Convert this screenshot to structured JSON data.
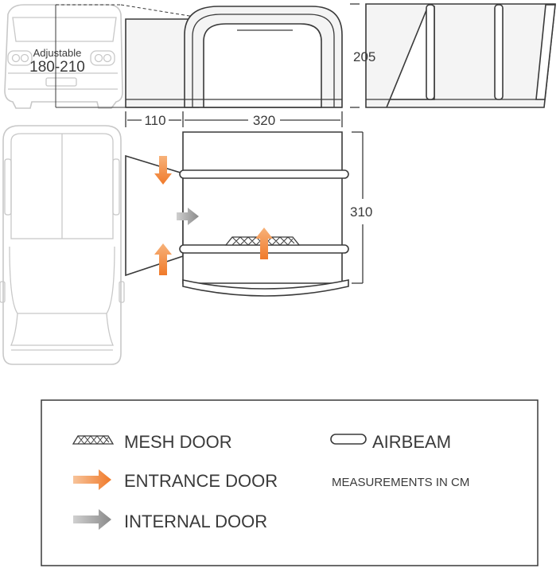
{
  "van_front": {
    "adjustable_label": "Adjustable",
    "height_range": "180-210"
  },
  "dimensions": {
    "connector_width": "110",
    "tent_width": "320",
    "tent_depth": "310",
    "tent_height": "205"
  },
  "legend": {
    "mesh_door": "MESH DOOR",
    "airbeam": "AIRBEAM",
    "entrance_door": "ENTRANCE DOOR",
    "internal_door": "INTERNAL DOOR",
    "units_note": "MEASUREMENTS IN CM"
  },
  "colors": {
    "entrance_arrow": "#f28a3c",
    "internal_arrow": "#9a9a9a",
    "outline": "#3a3a3a",
    "van_outline": "#c8c8c8"
  },
  "icons": {
    "mesh_door": "mesh-door-icon",
    "airbeam": "airbeam-icon",
    "entrance_door": "entrance-arrow-icon",
    "internal_door": "internal-arrow-icon"
  }
}
